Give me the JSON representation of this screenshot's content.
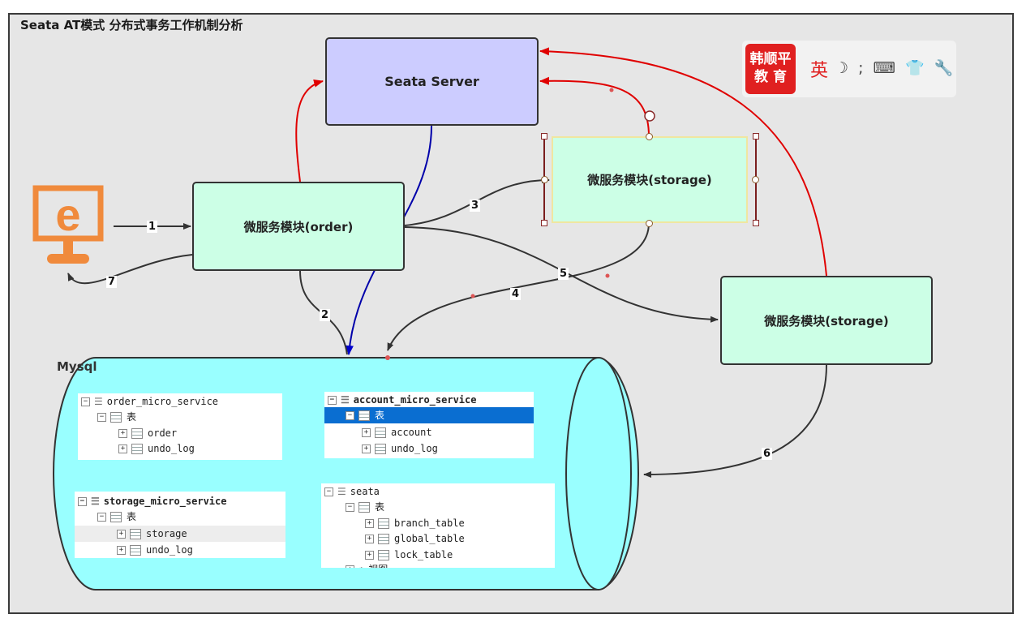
{
  "title": "Seata AT模式 分布式事务工作机制分析",
  "nodes": {
    "server": "Seata Server",
    "order": "微服务模块(order)",
    "storage_selected": "微服务模块(storage)",
    "storage": "微服务模块(storage)"
  },
  "mysql_label": "Mysql",
  "edge_labels": [
    "1",
    "2",
    "3",
    "4",
    "5",
    "6",
    "7"
  ],
  "ad": {
    "logo_line1": "韩顺平",
    "logo_line2": "教 育",
    "lang": "英",
    "tools": "☽ ; ⌨ 👕 🔧"
  },
  "db_panels": {
    "order": {
      "db": "order_micro_service",
      "group": "表",
      "tables": [
        "order",
        "undo_log"
      ]
    },
    "account": {
      "db": "account_micro_service",
      "group": "表",
      "tables": [
        "account",
        "undo_log"
      ]
    },
    "storage": {
      "db": "storage_micro_service",
      "group": "表",
      "tables": [
        "storage",
        "undo_log"
      ]
    },
    "seata": {
      "db": "seata",
      "group": "表",
      "tables": [
        "branch_table",
        "global_table",
        "lock_table"
      ],
      "views": "视图"
    }
  },
  "colors": {
    "server_fill": "#ccccff",
    "service_fill": "#ccffe6",
    "mysql_fill": "#99ffff",
    "red_arrow": "#e00000",
    "blue_arrow": "#0000aa"
  }
}
